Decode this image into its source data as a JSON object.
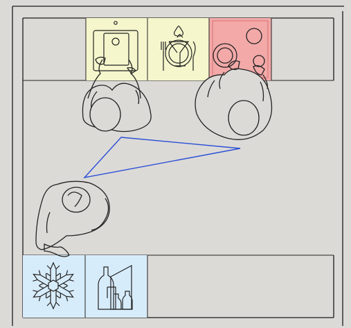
{
  "diagram": {
    "kind": "kitchen-floor-plan-work-triangle",
    "colors": {
      "floor": "#dcdad7",
      "wall_line": "#1a1a1a",
      "outline": "#222222",
      "sink_zone": "#f5f6cc",
      "prep_zone": "#f5f6cc",
      "cooking_zone": "#f2a9a8",
      "cooking_zone_edge": "#e07e80",
      "fridge_zone": "#d7ecfb",
      "pantry_zone": "#d7ecfb",
      "work_triangle": "#2a4fd6"
    },
    "zones": [
      {
        "id": "sink",
        "icon": "sink-icon"
      },
      {
        "id": "prep",
        "icon": "glass-and-cutlery-icon"
      },
      {
        "id": "cooking",
        "icon": "stovetop-icon"
      },
      {
        "id": "refrigerator",
        "icon": "snowflake-icon"
      },
      {
        "id": "pantry",
        "icon": "bottles-icon"
      }
    ],
    "people": [
      {
        "id": "person-at-sink",
        "activity": "washing"
      },
      {
        "id": "person-at-stove",
        "activity": "cooking"
      },
      {
        "id": "person-at-fridge",
        "activity": "reaching-into-fridge"
      }
    ],
    "work_triangle": {
      "vertices": [
        "sink",
        "stove",
        "refrigerator"
      ]
    }
  }
}
